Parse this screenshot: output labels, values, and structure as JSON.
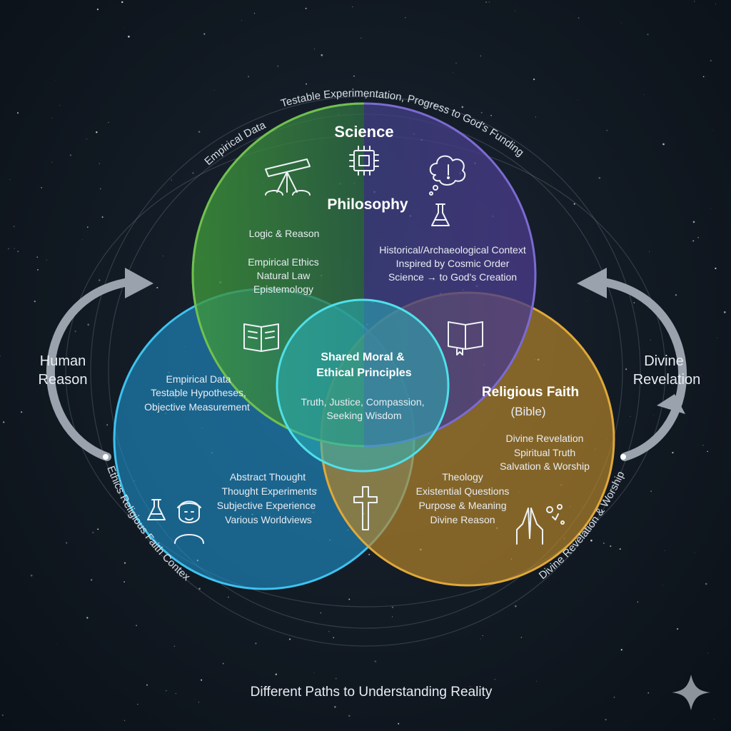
{
  "diagram": {
    "title": "Different Paths to Understanding Reality",
    "side_labels": {
      "left": [
        "Human",
        "Reason"
      ],
      "right": [
        "Divine",
        "Revelation"
      ]
    },
    "circles": {
      "science": {
        "title": "Science",
        "color": "#3f8f3c"
      },
      "philosophy": {
        "title": "Philosophy",
        "color": "#1f8fc4",
        "items": [
          "Abstract Thought",
          "Thought Experiments",
          "Subjective Experience",
          "Various Worldviews"
        ]
      },
      "religious_faith": {
        "title_line1": "Religious Faith",
        "title_line2": "(Bible)",
        "color": "#b7852a",
        "items": [
          "Divine Revelation",
          "Spiritual Truth",
          "Salvation & Worship"
        ]
      },
      "science_purple": {
        "color": "#4a3f86"
      }
    },
    "overlaps": {
      "science_philosophy": [
        "Logic & Reason",
        "Empirical Ethics",
        "Natural Law",
        "Epistemology"
      ],
      "science_faith": [
        "Historical/Archaeological Context",
        "Inspired by Cosmic Order",
        "Science → to God's Creation"
      ],
      "philosophy_left": [
        "Empirical Data",
        "Testable Hypotheses,",
        "Objective Measurement"
      ],
      "philosophy_faith": [
        "Theology",
        "Existential Questions",
        "Purpose & Meaning",
        "Divine Reason"
      ],
      "center": {
        "title_line1": "Shared Moral &",
        "title_line2": "Ethical Principles",
        "items": [
          "Truth, Justice, Compassion,",
          "Seeking Wisdom"
        ]
      }
    },
    "outer_arc_texts": {
      "top_left": "Empirical Data",
      "top": "Testable Experimentation, Progress to God's Funding",
      "bottom_left": "Ethics Religious Faith Context",
      "bottom_right": "Divine Revelation & Worship"
    }
  }
}
